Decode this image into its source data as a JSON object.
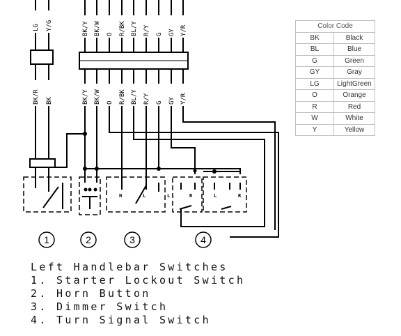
{
  "wires": {
    "top_left": [
      "LG",
      "Y/G"
    ],
    "top_main": [
      "BK/Y",
      "BK/W",
      "O",
      "R/BK",
      "BL/Y",
      "R/Y",
      "G",
      "GY",
      "Y/R"
    ],
    "mid_left": [
      "BK/R",
      "BK"
    ],
    "mid_main": [
      "BK/Y",
      "BK/W",
      "O",
      "R/BK",
      "BL/Y",
      "R/Y",
      "G",
      "GY",
      "Y/R"
    ]
  },
  "switch_terminals": {
    "dimmer_h": "H",
    "dimmer_l": "L",
    "turn_l_left": "L",
    "turn_r_left": "R",
    "turn_l_right": "L",
    "turn_r_right": "R"
  },
  "switch_numbers": [
    "1",
    "2",
    "3",
    "4"
  ],
  "color_code": {
    "title": "Color Code",
    "rows": [
      {
        "code": "BK",
        "name": "Black"
      },
      {
        "code": "BL",
        "name": "Blue"
      },
      {
        "code": "G",
        "name": "Green"
      },
      {
        "code": "GY",
        "name": "Gray"
      },
      {
        "code": "LG",
        "name": "LightGreen"
      },
      {
        "code": "O",
        "name": "Orange"
      },
      {
        "code": "R",
        "name": "Red"
      },
      {
        "code": "W",
        "name": "White"
      },
      {
        "code": "Y",
        "name": "Yellow"
      }
    ]
  },
  "caption": {
    "title": "Left Handlebar Switches",
    "items": [
      "1. Starter Lockout Switch",
      "2. Horn Button",
      "3. Dimmer Switch",
      "4. Turn Signal Switch"
    ]
  }
}
